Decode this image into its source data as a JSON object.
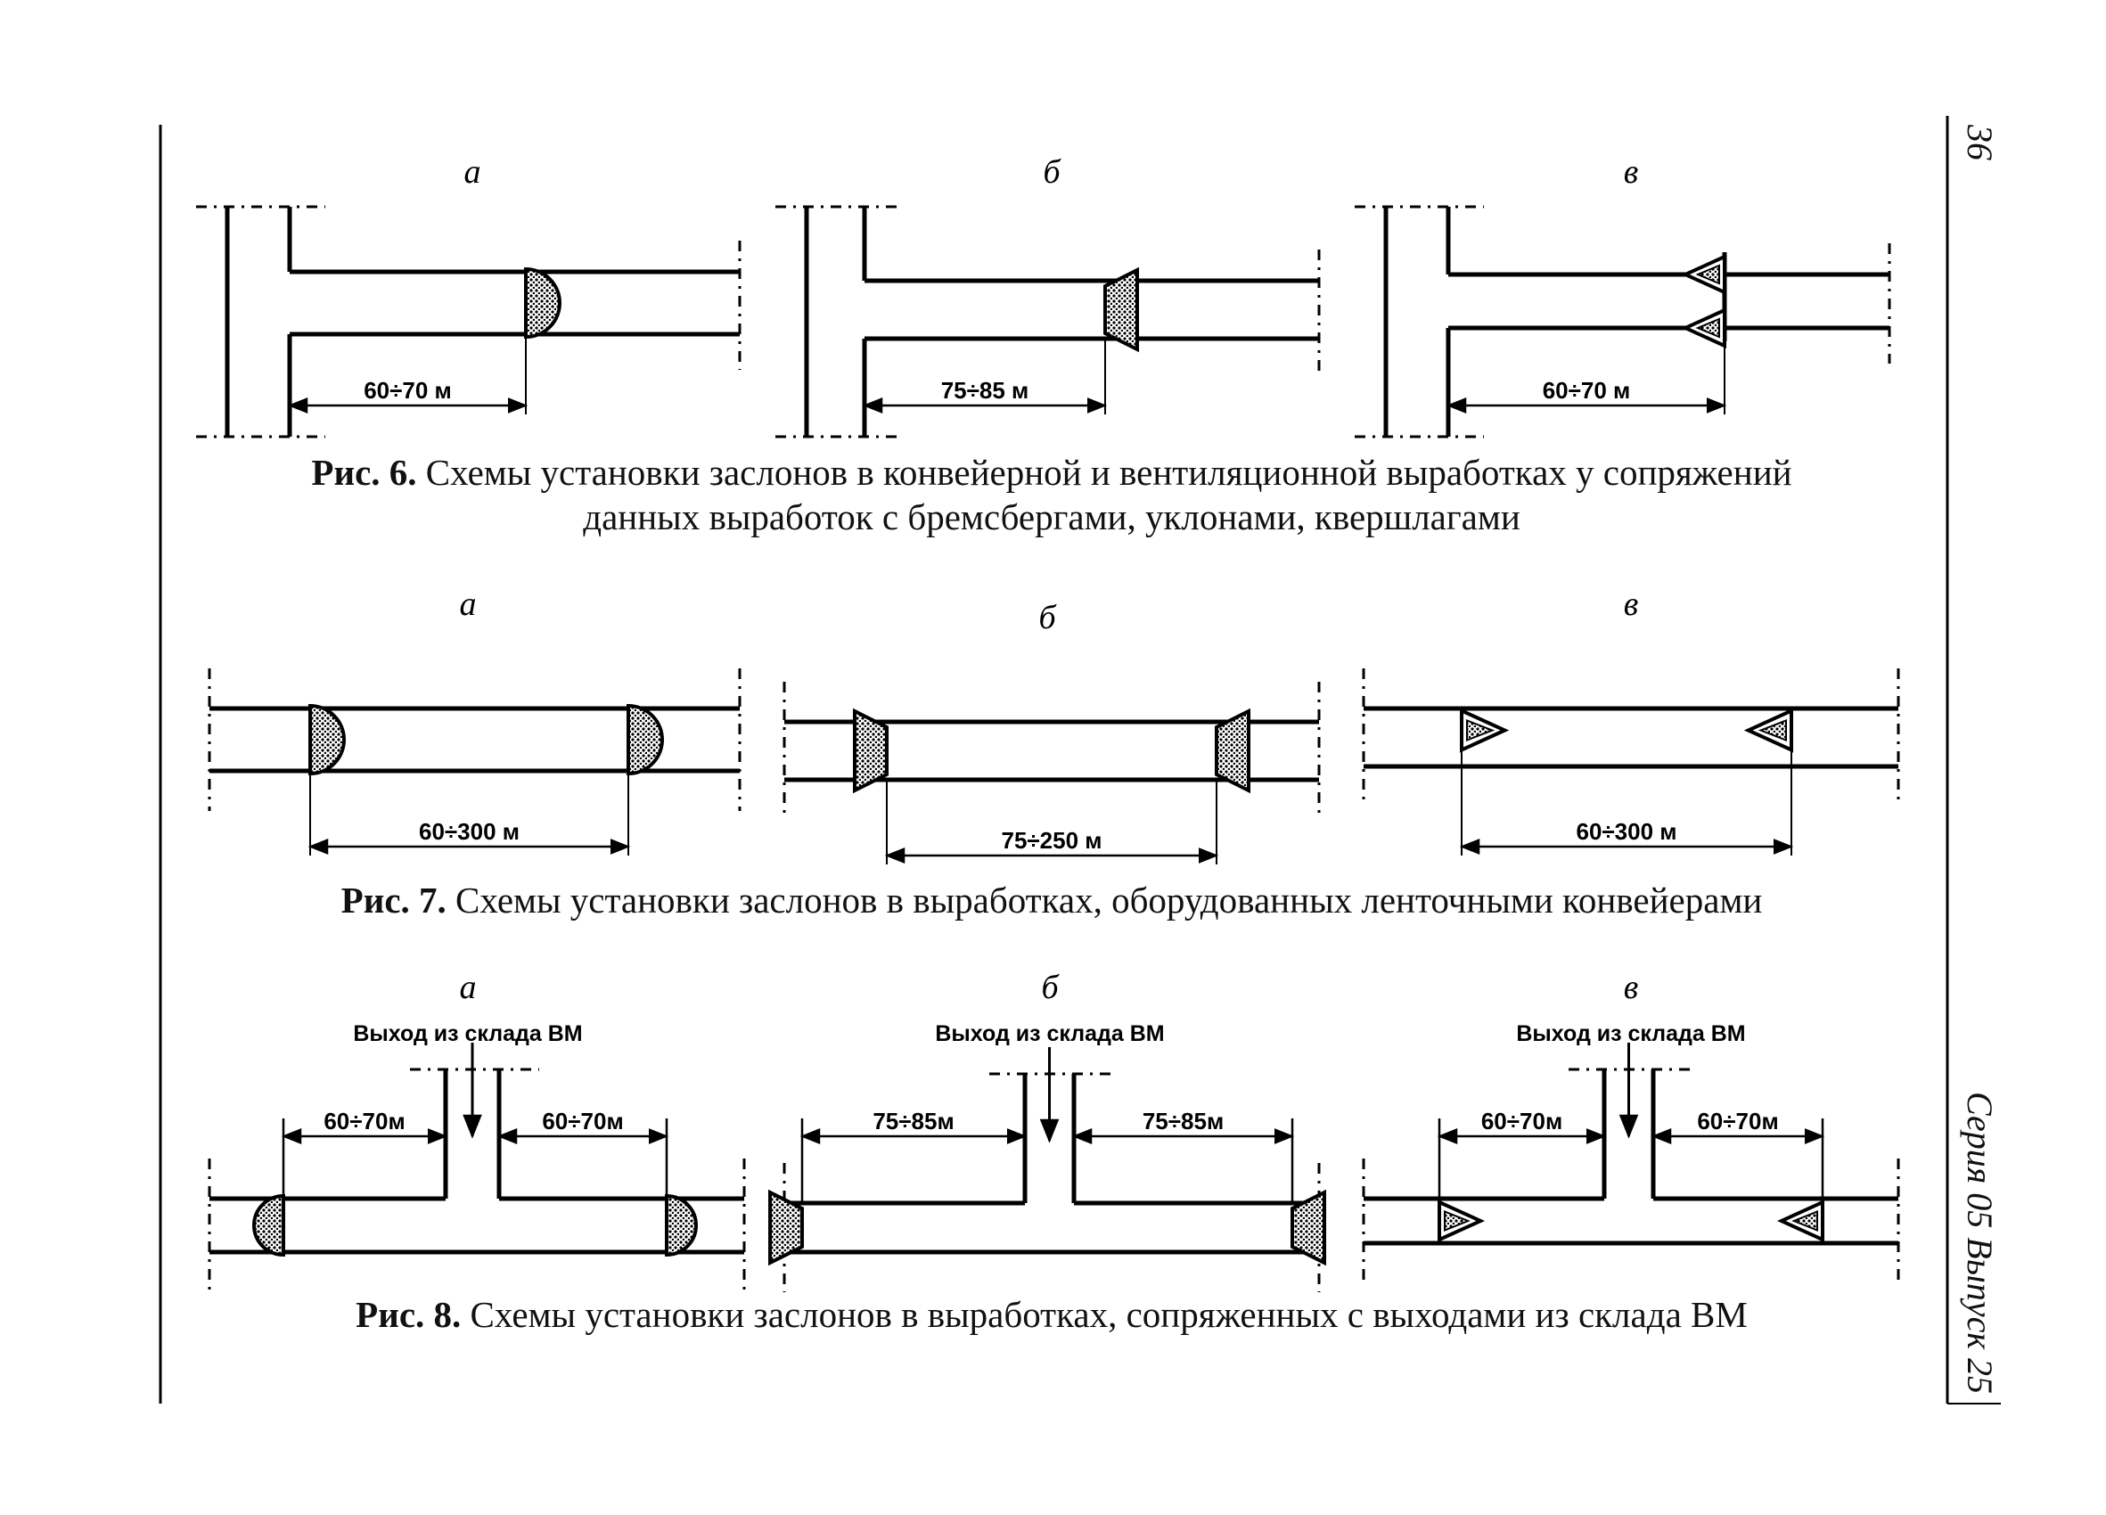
{
  "page": {
    "page_number": "36",
    "series": "Серия 05 Выпуск 25"
  },
  "figures": [
    {
      "number": "Рис. 6.",
      "caption_line1": "Схемы установки заслонов в конвейерной и вентиляционной выработках у сопряжений",
      "caption_line2": "данных выработок с бремсбергами, уклонами, квершлагами",
      "panels": [
        {
          "label": "а",
          "dimension": "60÷70 м",
          "barrier": "water-barrier-icon"
        },
        {
          "label": "б",
          "dimension": "75÷85 м",
          "barrier": "dust-barrier-icon"
        },
        {
          "label": "в",
          "dimension": "60÷70 м",
          "barrier": "triangle-barrier-icon"
        }
      ]
    },
    {
      "number": "Рис. 7.",
      "caption": "Схемы установки заслонов в выработках, оборудованных ленточными конвейерами",
      "panels": [
        {
          "label": "а",
          "dimension": "60÷300 м",
          "barrier": "water-barrier-icon"
        },
        {
          "label": "б",
          "dimension": "75÷250 м",
          "barrier": "dust-barrier-icon"
        },
        {
          "label": "в",
          "dimension": "60÷300 м",
          "barrier": "triangle-barrier-icon"
        }
      ]
    },
    {
      "number": "Рис. 8.",
      "caption": "Схемы установки заслонов в выработках, сопряженных с выходами из склада ВМ",
      "panels": [
        {
          "label": "а",
          "exit_label": "Выход из склада ВМ",
          "dim_left": "60÷70м",
          "dim_right": "60÷70м",
          "barrier": "water-barrier-icon"
        },
        {
          "label": "б",
          "exit_label": "Выход из склада ВМ",
          "dim_left": "75÷85м",
          "dim_right": "75÷85м",
          "barrier": "dust-barrier-icon"
        },
        {
          "label": "в",
          "exit_label": "Выход из склада ВМ",
          "dim_left": "60÷70м",
          "dim_right": "60÷70м",
          "barrier": "triangle-barrier-icon"
        }
      ]
    }
  ]
}
